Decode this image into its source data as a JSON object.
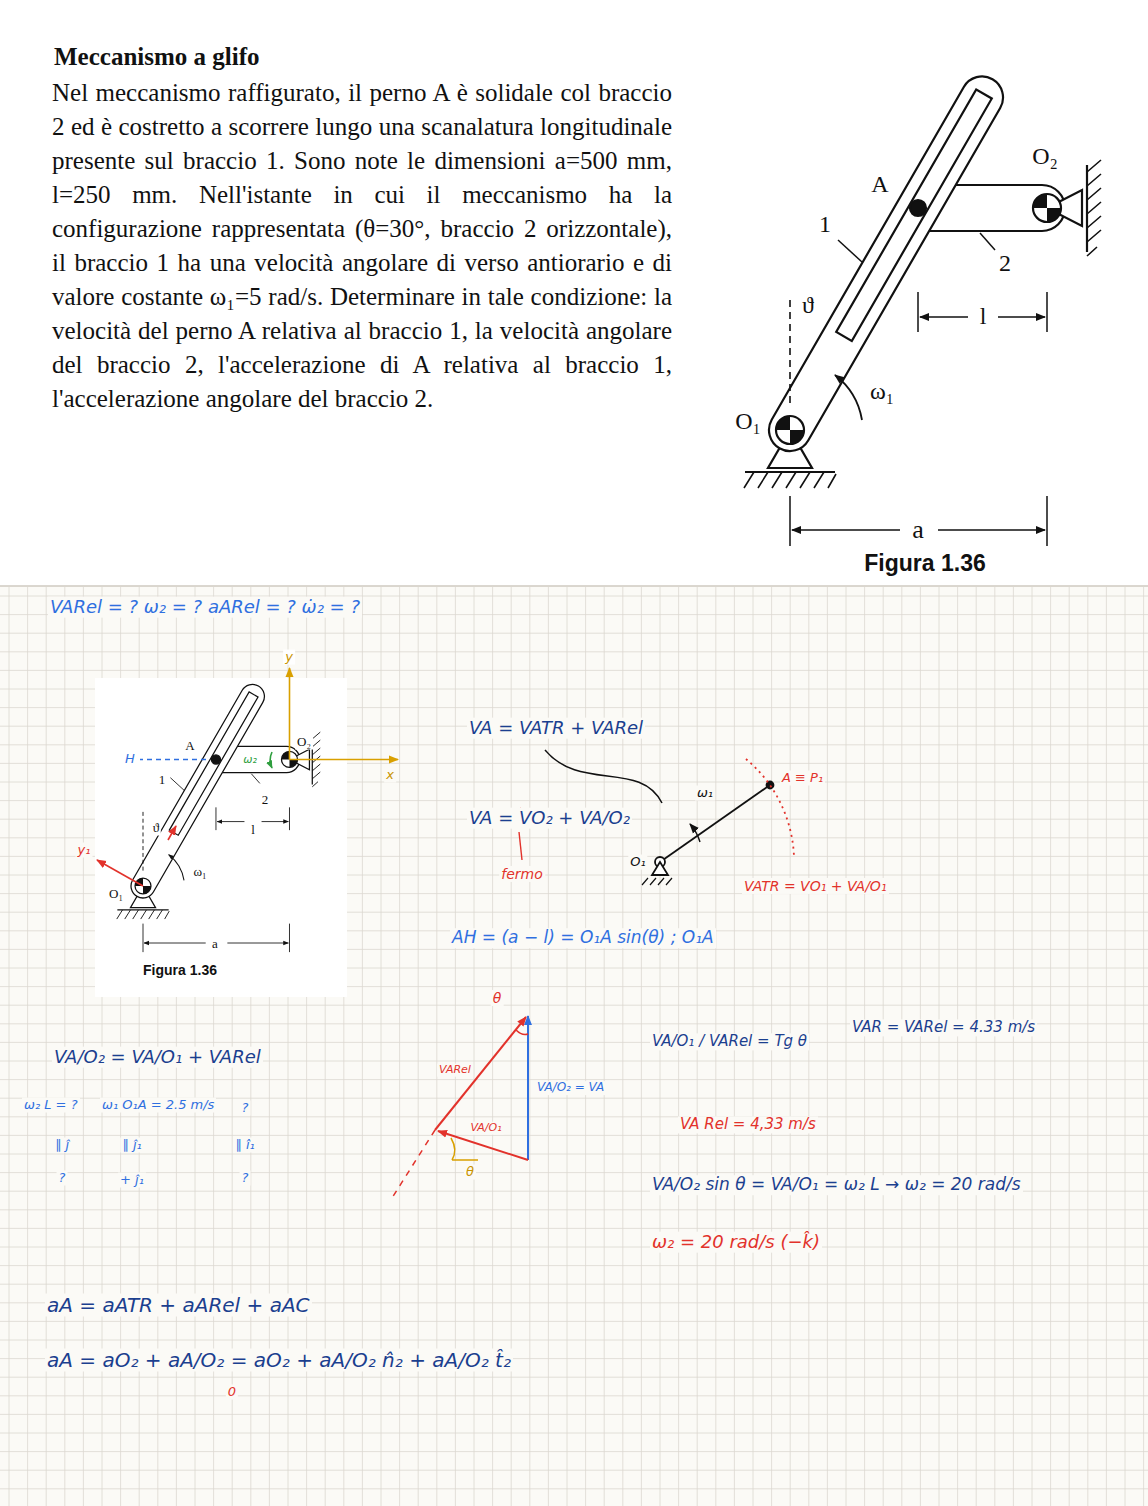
{
  "diagram": {
    "title": "Meccanismo a glifo",
    "caption": "Figura 1.36",
    "labels": [
      "Nel meccanismo raffigurato, il perno A è solidale col braccio 2 ed è costretto a scorrere lungo una scanalatura longitudinale presente sul braccio 1. Sono note le dimensioni a=500 mm, l=250 mm. Nell'istante in cui il meccanismo ha la configurazione rappresentata (θ=30°, braccio 2 orizzontale), il braccio 1 ha una velocità angolare di verso antiorario e di valore costante ω₁=5 rad/s. Determinare in tale condizione: la velocità del perno A relativa al braccio 1, la velocità angolare del braccio 2, l'accelerazione di A relativa al braccio 1, l'accelerazione angolare del braccio 2.",
      "A",
      "O₂",
      "1",
      "2",
      "ϑ",
      "l",
      "ω₁",
      "O₁",
      "a",
      "VARel = ?   ω₂ = ?   aARel = ?   ω̇₂ = ?",
      "y",
      "x",
      "H",
      "A",
      "1",
      "O₂",
      "2",
      "ω₂",
      "ϑ",
      "l",
      "y₁",
      "O₁",
      "ω₁",
      "a",
      "Figura 1.36",
      "VA = VATR + VARel",
      "VA = VO₂ + VA/O₂",
      "fermo",
      "ω₁",
      "A ≡ P₁",
      "O₁",
      "VATR = VO₁ + VA/O₁",
      "AH = (a − l) = O₁A sin(θ) ; O₁A",
      "VA/O₂ = VA/O₁ + VARel",
      "ω₂ L = ?",
      "ω₁ O₁A = 2.5 m/s",
      "?",
      "∥ ĵ",
      "∥ ĵ₁",
      "∥ î₁",
      "?",
      "+ ĵ₁",
      "?",
      "θ",
      "VARel",
      "VA/O₂ = VA",
      "VA/O₁",
      "θ",
      "VA/O₁ / VARel = Tg θ",
      "VAR = VARel = 4.33 m/s",
      "VA Rel = 4,33 m/s",
      "VA/O₂ sin θ = VA/O₁ = ω₂ L → ω₂ = 20 rad/s",
      "ω₂ = 20 rad/s (−k̂)",
      "aA = aATR + aARel + aAC",
      "aA = aO₂ + aA/O₂ = aO₂ + aA/O₂ n̂₂ + aA/O₂ t̂₂",
      "0"
    ]
  }
}
